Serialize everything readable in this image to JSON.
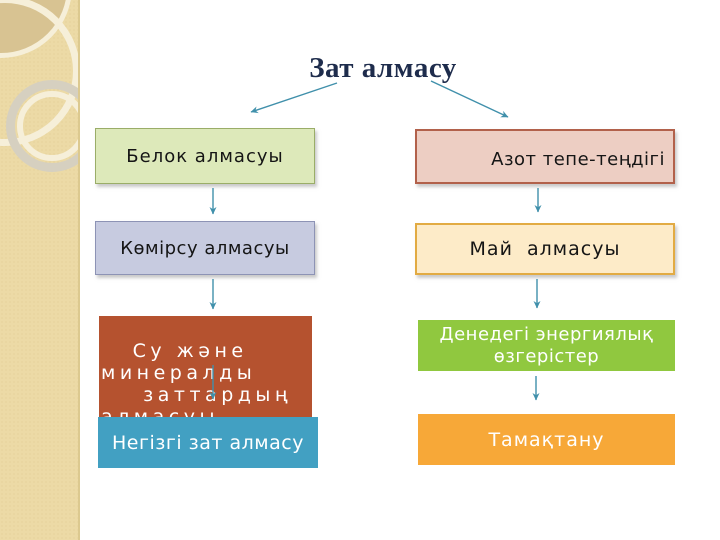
{
  "slide": {
    "title": "Зат алмасу"
  },
  "diagram": {
    "left_column": [
      {
        "id": "protein-metabolism",
        "label": "Белок алмасуы"
      },
      {
        "id": "carbohydrate-metabolism",
        "label": "Көмірсу алмасуы"
      },
      {
        "id": "water-mineral-metabolism",
        "label": "   Су және\nминералды\n    заттардың\nалмасуы"
      },
      {
        "id": "basal-metabolism",
        "label": "Негізгі зат алмасу"
      }
    ],
    "right_column": [
      {
        "id": "nitrogen-balance",
        "label": "Азот тепе-теңдігі"
      },
      {
        "id": "fat-metabolism",
        "label": "Май  алмасуы"
      },
      {
        "id": "body-energy-changes",
        "label": "Денедегі энергиялық өзгерістер"
      },
      {
        "id": "nutrition",
        "label": "Тамақтану"
      }
    ]
  },
  "colors": {
    "title_text": "#1e2c4c",
    "arrow": "#4090ab",
    "sidebar_bg": "#ecdaa6",
    "sidebar_dot": "#e1cd93",
    "sidebar_circle_fill": "#d8c392",
    "sidebar_ring_cream": "#f6efd9",
    "sidebar_ring_gray": "#d6d0c0",
    "protein_fill": "#dde9ba",
    "protein_border": "#9aad68",
    "carbohydrate_fill": "#c7cbe0",
    "carbohydrate_border": "#8d93b5",
    "water_fill": "#b5522f",
    "basal_fill": "#42a0c2",
    "nitrogen_fill": "#edcec3",
    "nitrogen_border": "#b2614b",
    "fat_fill": "#fdebc8",
    "fat_border": "#e2ab43",
    "energy_fill": "#90c83f",
    "nutrition_fill": "#f7a838",
    "box_text_light": "#ffffff"
  }
}
